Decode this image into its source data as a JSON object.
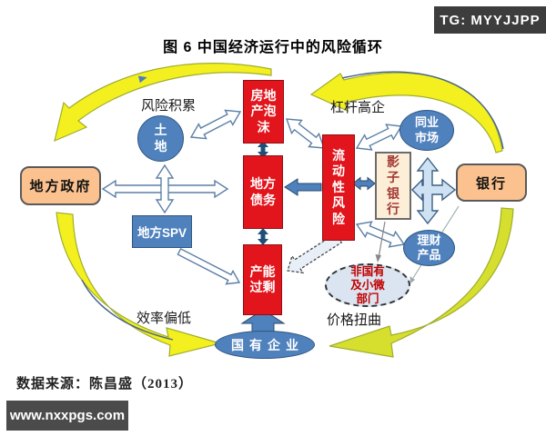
{
  "title": "图 6  中国经济运行中的风险循环",
  "badges": {
    "tg": "TG: MYYJJPP",
    "watermark": "www.nxxpgs.com"
  },
  "source": "数据来源：陈昌盛（2013）",
  "nodes": {
    "local_gov": "地方政府",
    "bank": "银行",
    "re_bubble": "房地产泡沫",
    "local_debt": "地方债务",
    "overcapacity": "产能过剩",
    "liquidity_risk": "流动性风险",
    "shadow_bank": "影子银行",
    "local_spv": "地方SPV",
    "land": "土地",
    "interbank": "同业市场",
    "wmp": "理财产品",
    "soe": "国有企业",
    "nonstate": "非国有及小微部门"
  },
  "labels": {
    "risk_accumulation": "风险积累",
    "high_leverage": "杠杆高企",
    "low_efficiency": "效率偏低",
    "price_distortion": "价格扭曲"
  },
  "colors": {
    "risk_red": "#e2141c",
    "node_blue": "#4f81bd",
    "gov_peach": "#fbc28f",
    "shadow_tan": "#fdeed8",
    "cycle_yellow": "#f4f01f",
    "cycle_olive": "#d6de2e",
    "arrow_outline": "#5b7fa6",
    "navy_arrow": "#1f4e79"
  }
}
